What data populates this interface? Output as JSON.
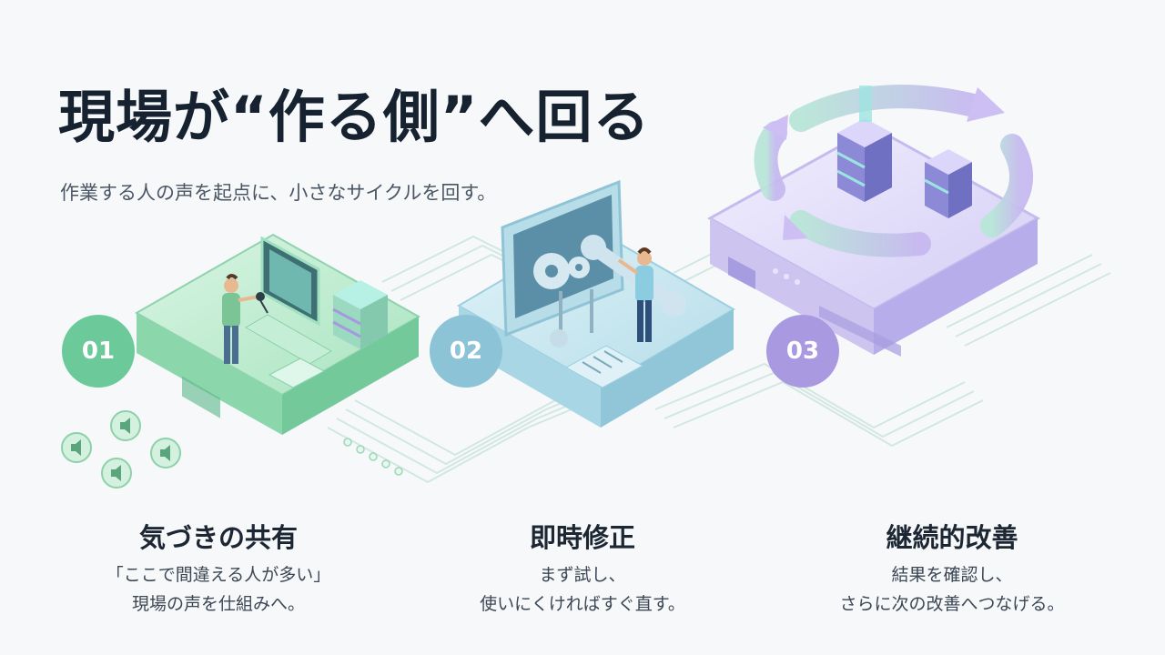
{
  "title": "現場が“作る側”へ回る",
  "subtitle": "作業する人の声を起点に、小さなサイクルを回す。",
  "colors": {
    "step1": "#6cc99a",
    "step2": "#8cc3d6",
    "step3": "#a899e0"
  },
  "steps": [
    {
      "number": "01",
      "title": "気づきの共有",
      "lines": [
        "「ここで間違える人が多い」",
        "現場の声を仕組みへ。"
      ]
    },
    {
      "number": "02",
      "title": "即時修正",
      "lines": [
        "まず試し、",
        "使いにくければすぐ直す。"
      ]
    },
    {
      "number": "03",
      "title": "継続的改善",
      "lines": [
        "結果を確認し、",
        "さらに次の改善へつなげる。"
      ]
    }
  ]
}
